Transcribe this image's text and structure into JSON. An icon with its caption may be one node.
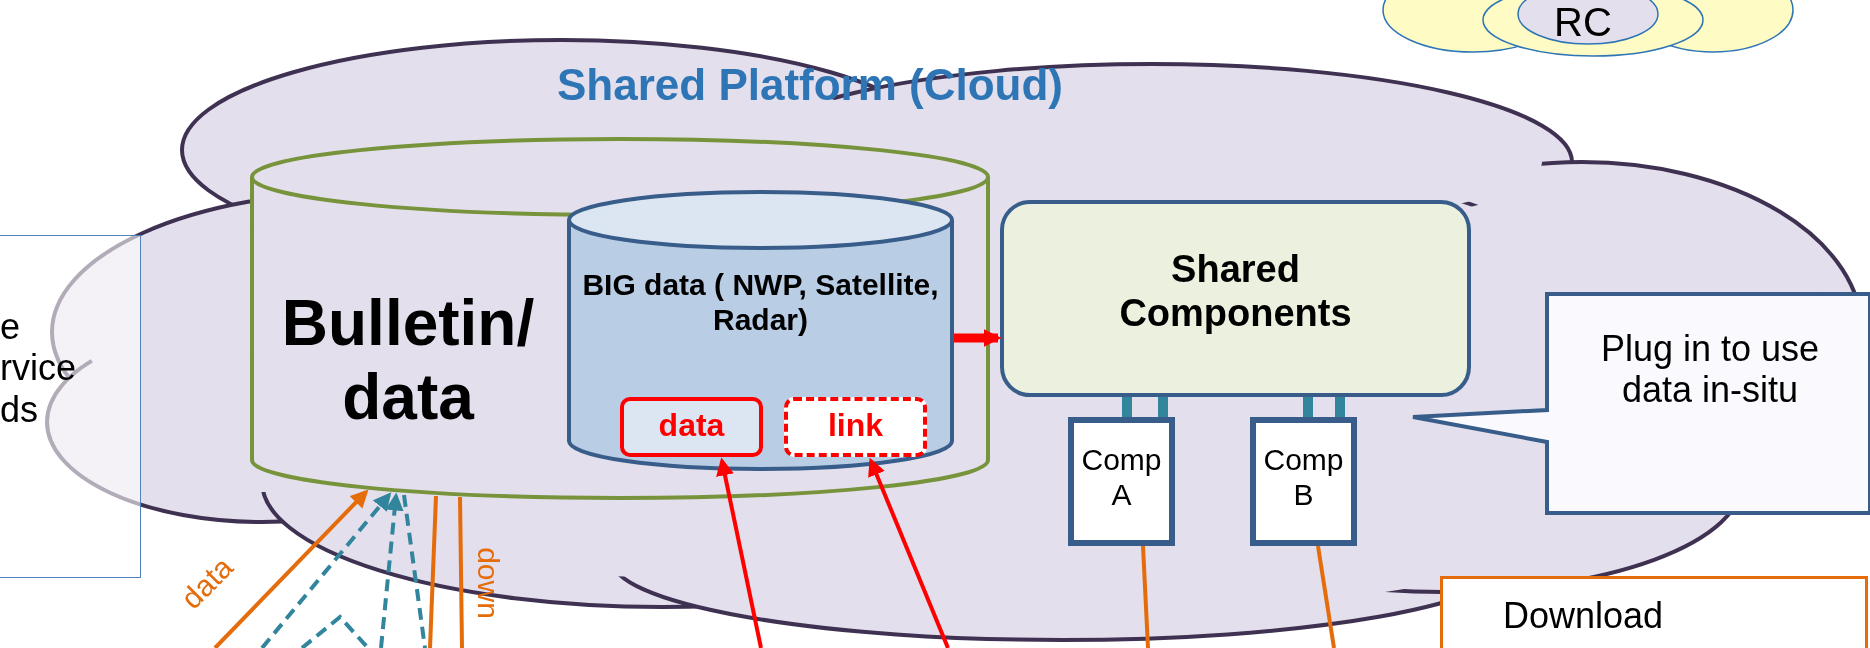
{
  "diagram": {
    "nodes": [
      {
        "text": [
          "Shared Platform (Cloud)"
        ]
      },
      {
        "text": [
          "Bulletin/ data"
        ],
        "in": 0
      },
      {
        "text": [
          "BIG data ( NWP, Satellite, Radar)"
        ],
        "in": 1
      },
      {
        "text": [
          "data"
        ],
        "in": 2
      },
      {
        "text": [
          "link"
        ],
        "in": 2
      },
      {
        "text": [
          "Shared Components"
        ],
        "in": 0
      },
      {
        "text": [
          "Comp A"
        ],
        "in": 0
      },
      {
        "text": [
          "Comp B"
        ],
        "in": 0
      },
      {
        "text": [
          "Plug in to use data in-situ"
        ]
      },
      {
        "text": [
          "RC"
        ]
      },
      {
        "text": [
          "e rvice ds"
        ]
      },
      {
        "text": [
          "Download"
        ]
      }
    ],
    "edges": [
      {
        "from": 2,
        "to": 5,
        "arrow": "to",
        "style": "thick",
        "color": "#ff0000"
      },
      {
        "from": null,
        "to": 3,
        "arrow": "to",
        "color": "#ff0000"
      },
      {
        "from": null,
        "to": 4,
        "arrow": "to",
        "color": "#ff0000"
      },
      {
        "from": null,
        "to": 1,
        "arrow": "to",
        "label": "data"
      },
      {
        "from": null,
        "to": 1,
        "arrow": "to",
        "style": "dashed",
        "color": "#31859c"
      },
      {
        "from": null,
        "to": 1,
        "arrow": "to",
        "style": "dashed",
        "color": "#31859c"
      },
      {
        "from": 1,
        "to": null,
        "arrow": "none",
        "style": "dashed",
        "color": "#31859c"
      },
      {
        "from": 1,
        "to": null,
        "arrow": "none"
      },
      {
        "from": 1,
        "to": null,
        "arrow": "none",
        "label": "down"
      },
      {
        "from": 6,
        "to": null,
        "arrow": "none"
      },
      {
        "from": 7,
        "to": null,
        "arrow": "none"
      },
      {
        "from": 5,
        "to": 6,
        "arrow": "none",
        "style": "thick",
        "color": "#31859c"
      },
      {
        "from": 5,
        "to": 7,
        "arrow": "none",
        "style": "thick",
        "color": "#31859c"
      }
    ]
  }
}
